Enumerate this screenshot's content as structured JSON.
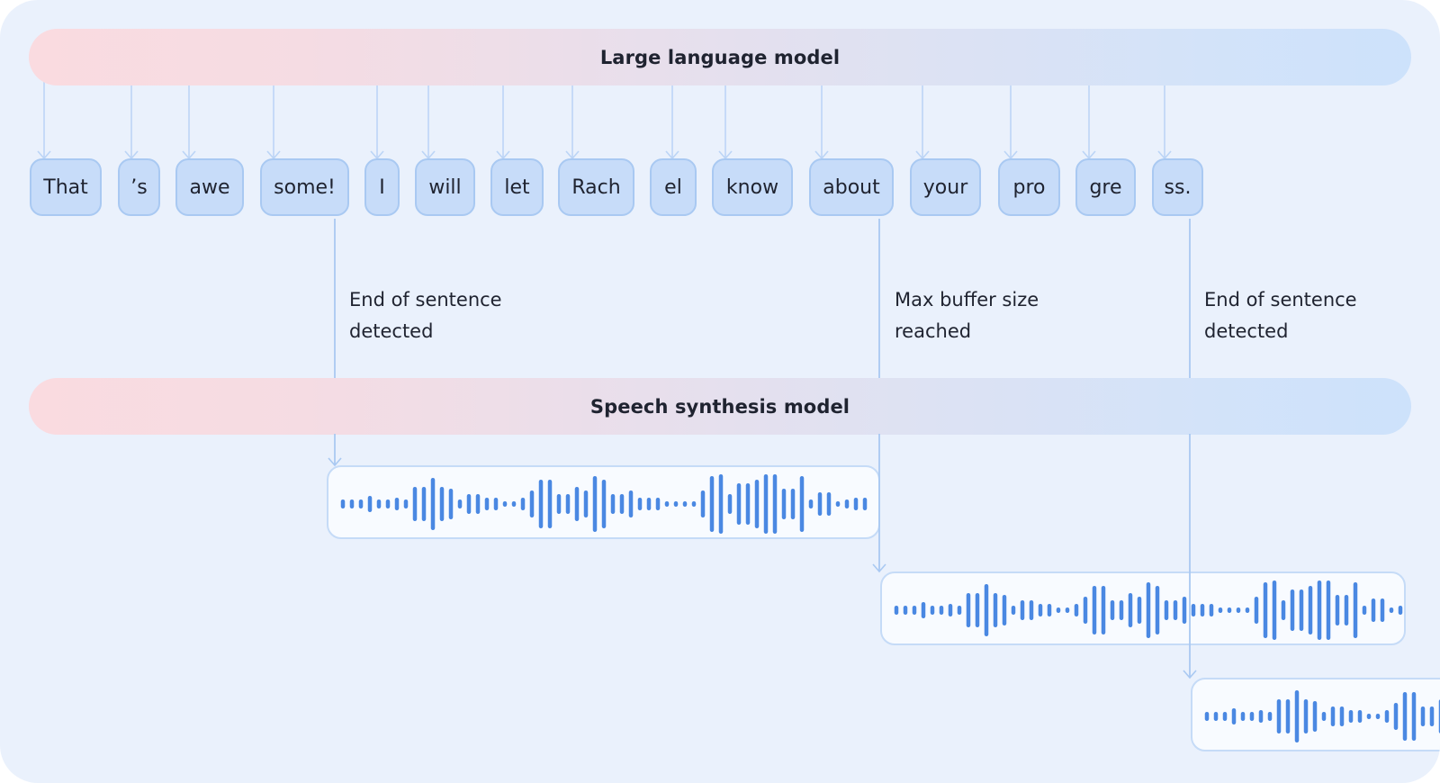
{
  "diagram": {
    "llm_label": "Large language model",
    "tts_label": "Speech synthesis model",
    "tokens": [
      "That",
      "’s",
      "awe",
      "some!",
      "I",
      "will",
      "let",
      "Rach",
      "el",
      "know",
      "about",
      "your",
      "pro",
      "gre",
      "ss."
    ],
    "triggers": [
      {
        "after_token": "some!",
        "line1": "End of sentence",
        "line2": "detected"
      },
      {
        "after_token": "about",
        "line1": "Max buffer size",
        "line2": "reached"
      },
      {
        "after_token": "ss.",
        "line1": "End of sentence",
        "line2": "detected"
      }
    ],
    "audio_chunks": [
      {
        "name": "audio-chunk-1",
        "source_trigger": 0
      },
      {
        "name": "audio-chunk-2",
        "source_trigger": 1
      },
      {
        "name": "audio-chunk-3",
        "source_trigger": 2
      }
    ],
    "waveform_amplitudes": [
      10,
      10,
      10,
      18,
      10,
      10,
      14,
      10,
      38,
      38,
      58,
      38,
      34,
      10,
      22,
      22,
      14,
      14,
      6,
      6,
      14,
      30,
      54,
      54,
      22,
      22,
      38,
      30,
      62,
      54,
      22,
      22,
      30,
      14,
      14,
      14,
      6,
      6,
      6,
      6,
      30,
      62,
      66,
      22,
      46,
      46,
      54,
      66,
      66,
      34,
      34,
      62,
      10,
      26,
      26,
      6,
      10,
      14,
      14
    ],
    "colors": {
      "background": "#eaf1fc",
      "token_fill": "#c7dcf9",
      "token_border": "#a9c9f2",
      "connector": "#a9c9f2",
      "waveform": "#4a88e2",
      "gradient_start": "#fadbe0",
      "gradient_end": "#cde2fb",
      "text": "#1f2330"
    }
  }
}
